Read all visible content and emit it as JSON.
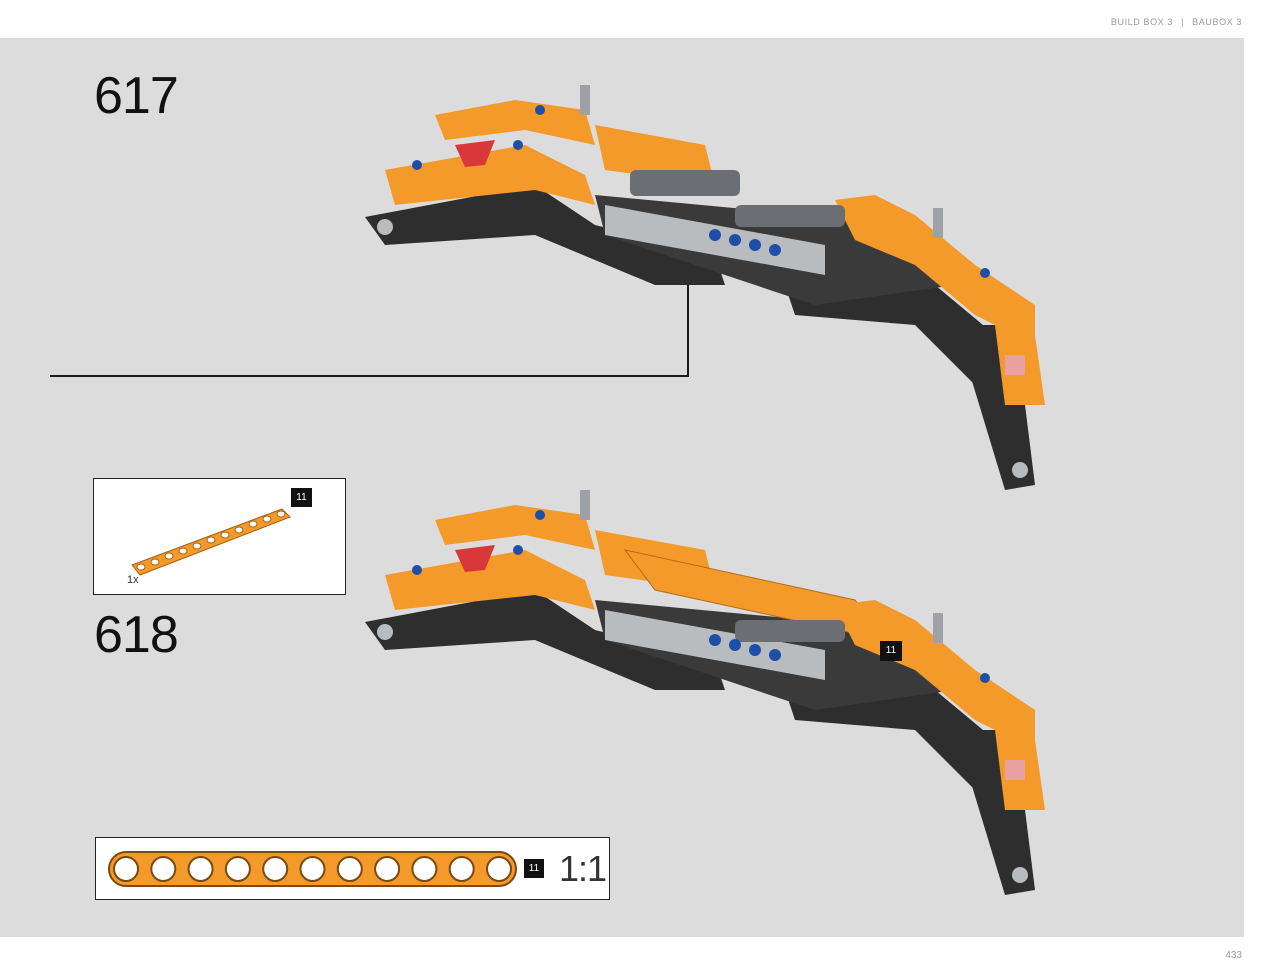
{
  "header": {
    "left": "BUILD BOX 3",
    "separator": "|",
    "right": "BAUBOX 3"
  },
  "steps": [
    {
      "number": "617"
    },
    {
      "number": "618"
    }
  ],
  "parts_list": {
    "part_id": "11",
    "quantity": "1x"
  },
  "model_callout": {
    "part_id": "11"
  },
  "scale_check": {
    "part_id": "11",
    "ratio": "1:1",
    "holes": 11
  },
  "colors": {
    "panel": "#dcdcdc",
    "orange": "#f39a2b",
    "dark_grey": "#2e2e2e",
    "light_grey": "#b9bcbf",
    "blue_pin": "#1d4fa8",
    "red": "#d9383a"
  },
  "page_number": "433"
}
